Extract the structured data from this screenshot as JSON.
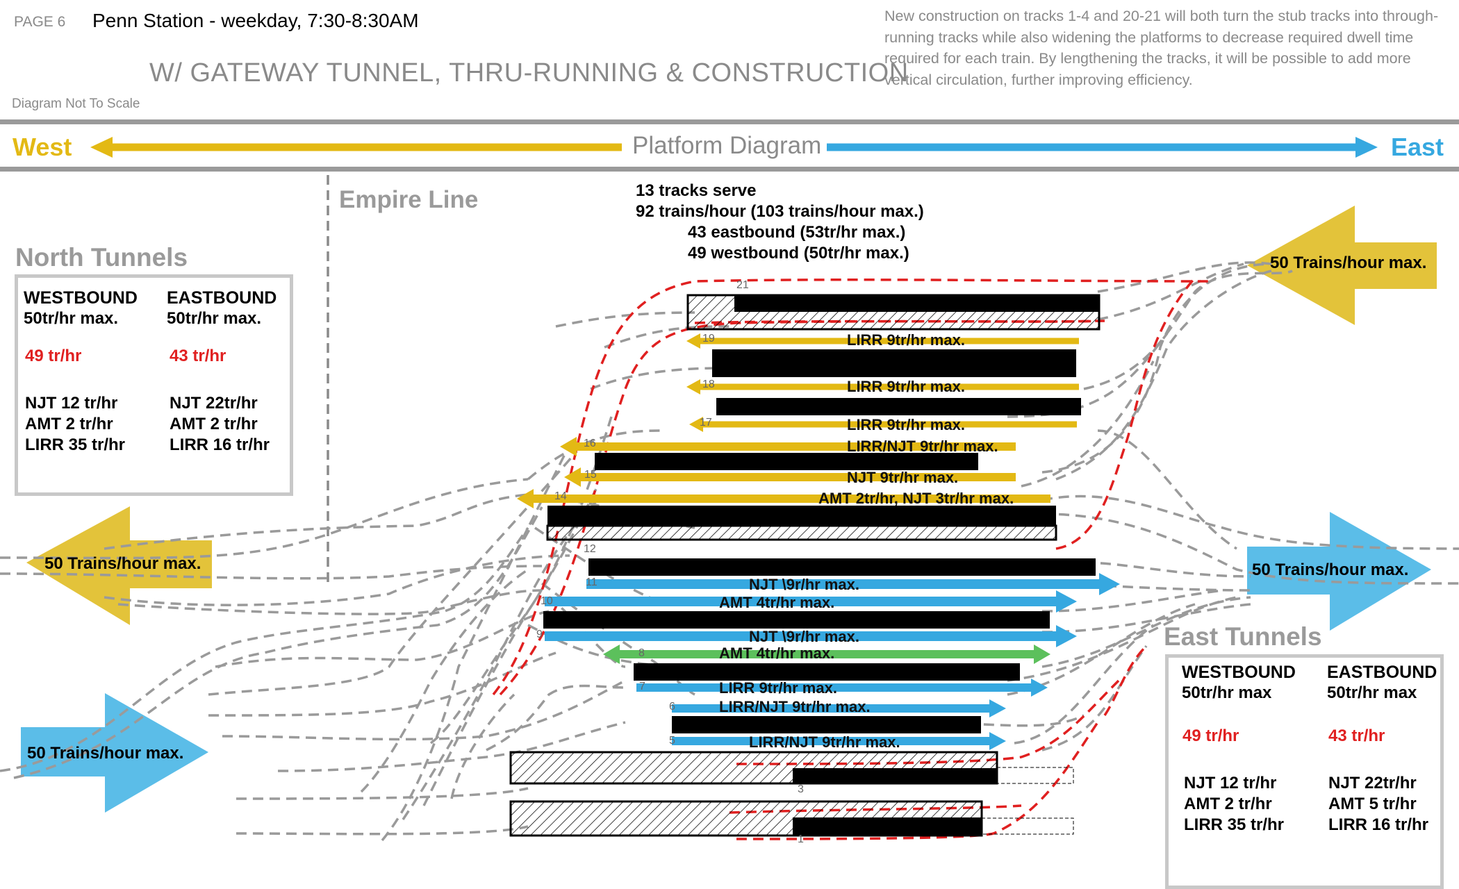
{
  "header": {
    "page_number": "PAGE 6",
    "title": "Penn Station - weekday, 7:30-8:30AM",
    "subtitle": "W/ GATEWAY TUNNEL, THRU-RUNNING & CONSTRUCTION",
    "description": "New construction on tracks 1-4 and 20-21 will both turn the stub tracks into through-running tracks while also widening the platforms to decrease required dwell time required for each train. By lengthening the tracks, it will be possible to add more vertical circulation, further improving efficiency.",
    "scale_note": "Diagram Not To Scale"
  },
  "banner": {
    "west": "West",
    "east": "East",
    "center": "Platform Diagram"
  },
  "empire_line": "Empire Line",
  "stats": {
    "line1": "13 tracks serve",
    "line2": "92 trains/hour (103 trains/hour max.)",
    "line3": "43 eastbound (53tr/hr max.)",
    "line4": "49 westbound (50tr/hr max.)"
  },
  "portals": {
    "ne": "50 Trains/hour max.",
    "w": "50 Trains/hour max.",
    "e": "50 Trains/hour max.",
    "sw": "50 Trains/hour max."
  },
  "north_tunnels": {
    "label": "North Tunnels",
    "west_head": "WESTBOUND",
    "west_max": "50tr/hr max.",
    "west_total": "49 tr/hr",
    "east_head": "EASTBOUND",
    "east_max": "50tr/hr max.",
    "east_total": "43 tr/hr",
    "west_lines": [
      "NJT 12 tr/hr",
      "AMT 2 tr/hr",
      "LIRR 35 tr/hr"
    ],
    "east_lines": [
      "NJT 22tr/hr",
      "AMT 2 tr/hr",
      "LIRR 16 tr/hr"
    ]
  },
  "east_tunnels": {
    "label": "East Tunnels",
    "west_head": "WESTBOUND",
    "west_max": "50tr/hr max",
    "west_total": "49 tr/hr",
    "east_head": "EASTBOUND",
    "east_max": "50tr/hr max",
    "east_total": "43 tr/hr",
    "west_lines": [
      "NJT 12 tr/hr",
      "AMT 2 tr/hr",
      "LIRR 35 tr/hr"
    ],
    "east_lines": [
      "NJT 22tr/hr",
      "AMT 5 tr/hr",
      "LIRR 16 tr/hr"
    ]
  },
  "tracks": [
    {
      "number": "21",
      "label": ""
    },
    {
      "number": "19",
      "label": "LIRR 9tr/hr max."
    },
    {
      "number": "18",
      "label": "LIRR 9tr/hr max."
    },
    {
      "number": "17",
      "label": "LIRR 9tr/hr max."
    },
    {
      "number": "16",
      "label": "LIRR/NJT 9tr/hr max."
    },
    {
      "number": "15",
      "label": "NJT 9tr/hr max."
    },
    {
      "number": "14",
      "label": "AMT 2tr/hr, NJT 3tr/hr max."
    },
    {
      "number": "12",
      "label": ""
    },
    {
      "number": "11",
      "label": "NJT \\9r/hr max."
    },
    {
      "number": "10",
      "label": "AMT 4tr/hr max."
    },
    {
      "number": "9",
      "label": "NJT \\9r/hr max."
    },
    {
      "number": "8",
      "label": "AMT 4tr/hr max."
    },
    {
      "number": "7",
      "label": "LIRR 9tr/hr max."
    },
    {
      "number": "6",
      "label": "LIRR/NJT 9tr/hr max."
    },
    {
      "number": "5",
      "label": "LIRR/NJT 9tr/hr max."
    },
    {
      "number": "3",
      "label": ""
    },
    {
      "number": "1",
      "label": ""
    }
  ],
  "colors": {
    "westbound": "#e3b914",
    "eastbound": "#36a8e0",
    "bidirectional": "#5cc05c",
    "new_track": "#e02020",
    "existing_track": "#9a9a9a",
    "portal_yellow": "#e3c33a",
    "portal_blue": "#5bbde8"
  }
}
